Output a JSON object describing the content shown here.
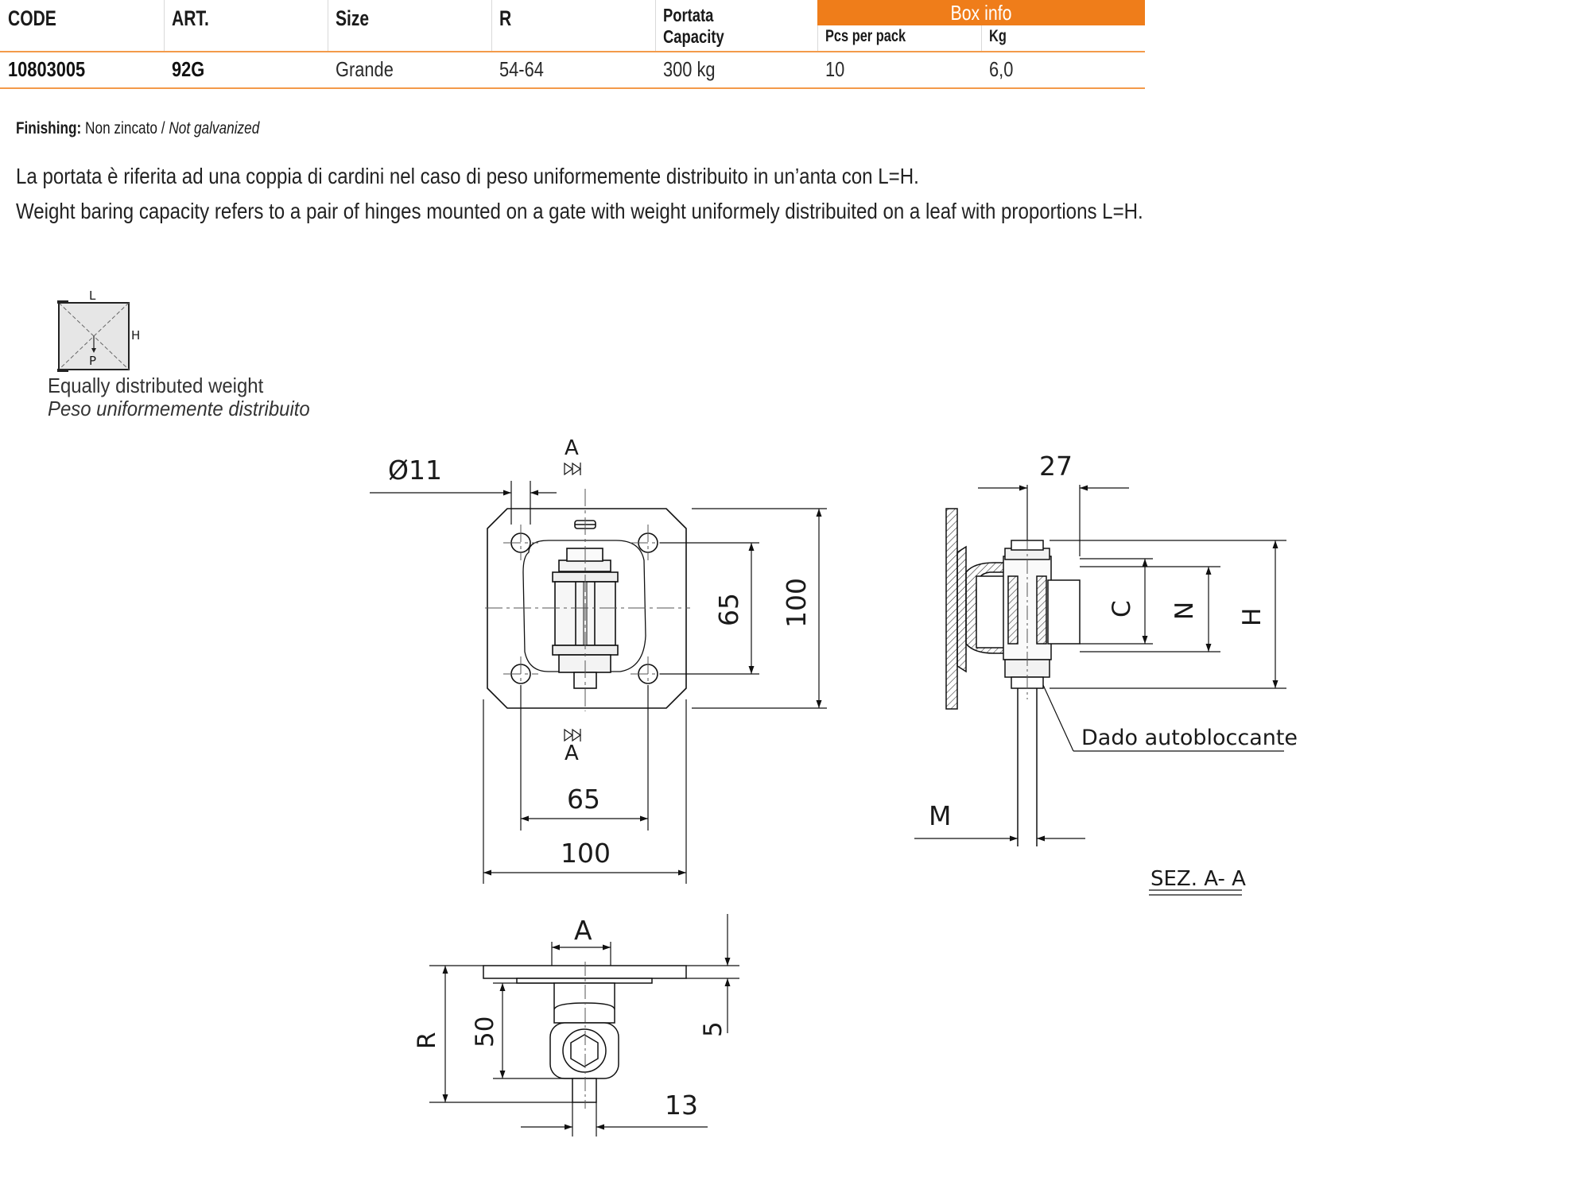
{
  "table": {
    "headers": {
      "code": "CODE",
      "art": "ART.",
      "size": "Size",
      "r": "R",
      "portata": "Portata",
      "capacity": "Capacity",
      "box_info": "Box info",
      "pcs_per_pack": "Pcs per pack",
      "kg": "Kg"
    },
    "row": {
      "code": "10803005",
      "art": "92G",
      "size": "Grande",
      "r": "54-64",
      "capacity": "300 kg",
      "pcs_per_pack": "10",
      "kg": "6,0"
    }
  },
  "finishing": {
    "label": "Finishing:",
    "it": "Non zincato /",
    "en": "Not galvanized"
  },
  "notes": {
    "it": "La portata è riferita ad una coppia di cardini nel caso di peso uniformemente distribuito in un’anta con L=H.",
    "en": "Weight baring capacity refers to a pair of hinges mounted on a gate with weight uniformely distribuited on a leaf with proportions L=H."
  },
  "legend": {
    "L": "L",
    "H": "H",
    "P": "P",
    "en": "Equally distributed weight",
    "it": "Peso uniformemente distribuito"
  },
  "drawing": {
    "diameter": "Ø11",
    "section_mark": "A",
    "dim_65_vertical": "65",
    "dim_100_vertical": "100",
    "dim_65_horizontal": "65",
    "dim_100_horizontal": "100",
    "dim_27": "27",
    "label_C": "C",
    "label_N": "N",
    "label_H": "H",
    "label_M": "M",
    "nut_label": "Dado autobloccante",
    "section_title": "SEZ. A- A",
    "label_A": "A",
    "label_R": "R",
    "dim_50": "50",
    "dim_5": "5",
    "dim_13": "13"
  }
}
